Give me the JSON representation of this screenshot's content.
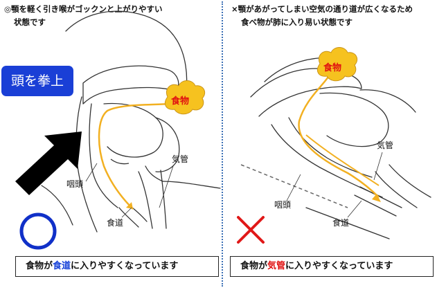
{
  "left": {
    "caption_line1": "◎顎を軽く引き喉がゴックンと上がりやすい",
    "caption_line2": "状態です",
    "badge": "頭を拳上",
    "food_label": "食物",
    "trachea_label": "気管",
    "pharynx_label": "咽頭",
    "esophagus_label": "食道",
    "result_before": "食物が",
    "result_highlight": "食道",
    "result_after": "に入りやすくなっています",
    "mark": "○",
    "mark_color": "#1030c8",
    "highlight_color": "#1540d8"
  },
  "right": {
    "caption_line1": "×顎があがってしまい空気の通り道が広くなるため",
    "caption_line2": "食べ物が肺に入り易い状態です",
    "food_label": "食物",
    "trachea_label": "気管",
    "pharynx_label": "咽頭",
    "esophagus_label": "食道",
    "result_before": "食物が",
    "result_highlight": "気管",
    "result_after": "に入りやすくなっています",
    "mark": "×",
    "mark_color": "#e01818",
    "highlight_color": "#e01010"
  },
  "colors": {
    "food_path": "#f2b021",
    "food_blob": "#f6c21f",
    "badge_bg": "#1a3fd6",
    "arrow": "#000000",
    "divider": "#3a6fb5"
  }
}
